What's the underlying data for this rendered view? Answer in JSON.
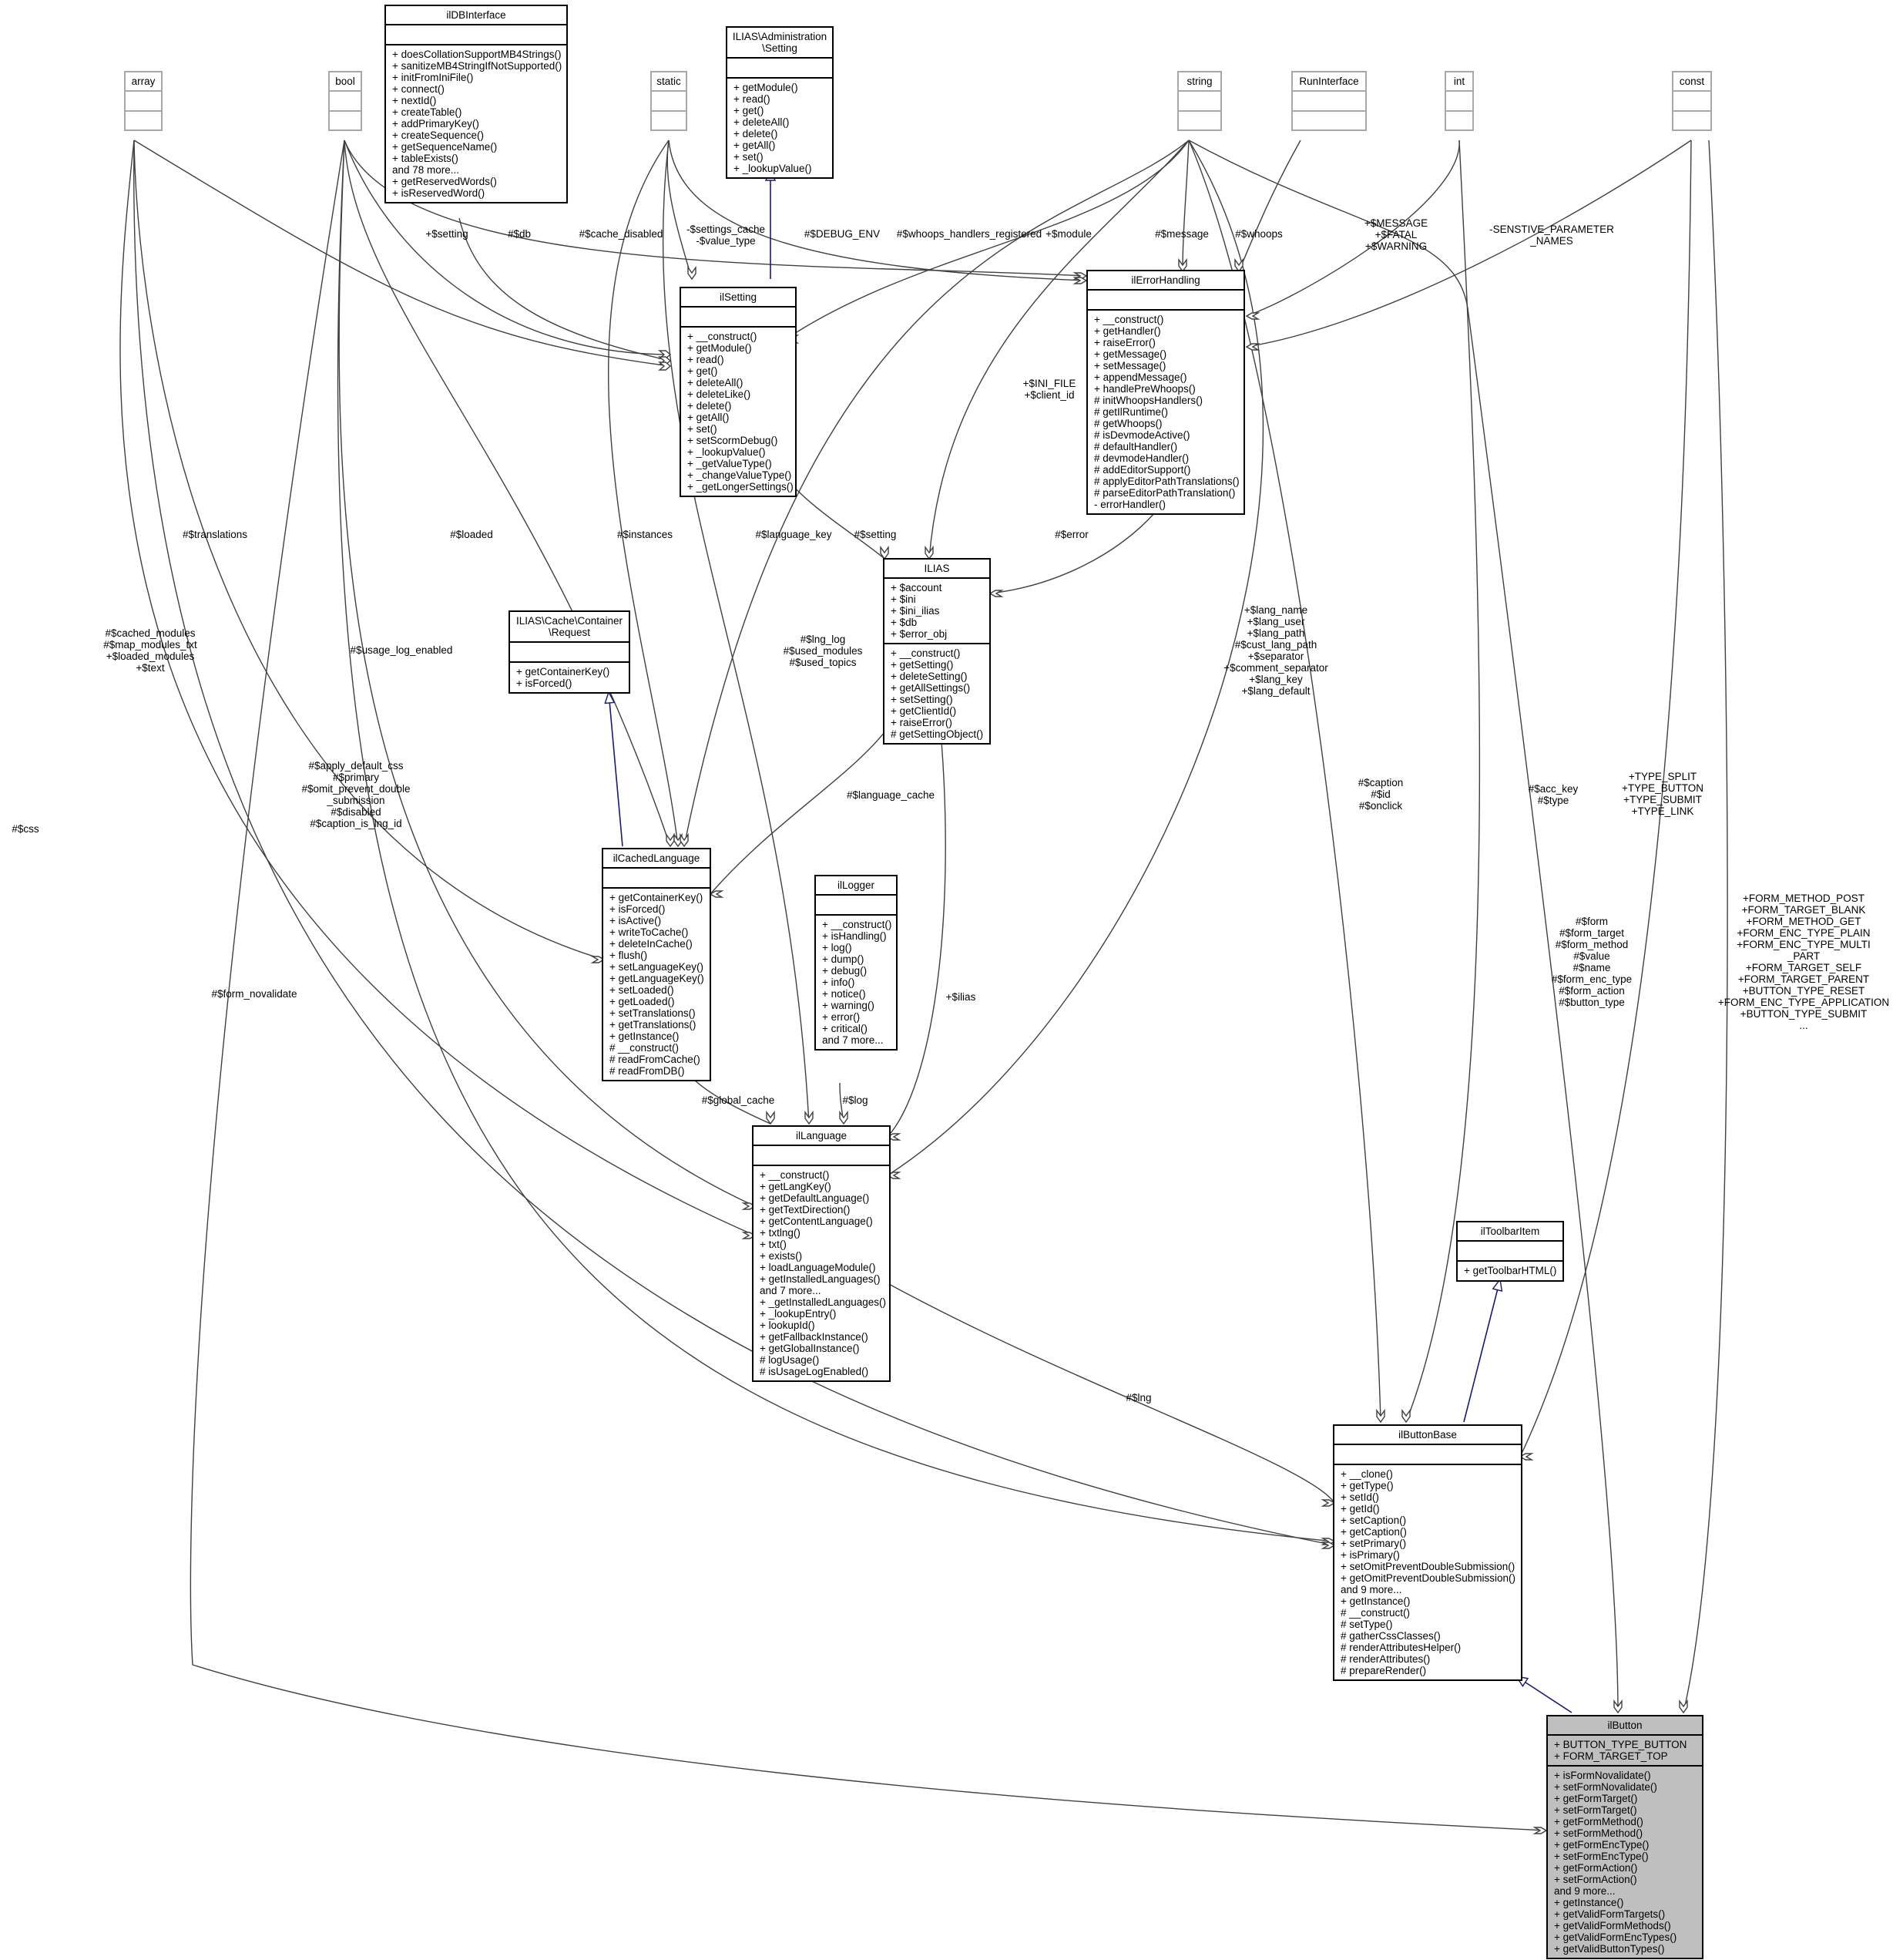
{
  "nodes": {
    "array": {
      "title": "array",
      "attrs": [],
      "methods": []
    },
    "bool": {
      "title": "bool",
      "attrs": [],
      "methods": []
    },
    "ilDBInterface": {
      "title": "ilDBInterface",
      "attrs": [],
      "methods": [
        "+ doesCollationSupportMB4Strings()",
        "+ sanitizeMB4StringIfNotSupported()",
        "+ initFromIniFile()",
        "+ connect()",
        "+ nextId()",
        "+ createTable()",
        "+ addPrimaryKey()",
        "+ createSequence()",
        "+ getSequenceName()",
        "+ tableExists()",
        "and 78 more...",
        "+ getReservedWords()",
        "+ isReservedWord()"
      ]
    },
    "static": {
      "title": "static",
      "attrs": [],
      "methods": []
    },
    "adminSetting": {
      "title": "ILIAS\\Administration\n\\Setting",
      "attrs": [],
      "methods": [
        "+ getModule()",
        "+ read()",
        "+ get()",
        "+ deleteAll()",
        "+ delete()",
        "+ getAll()",
        "+ set()",
        "+ _lookupValue()"
      ]
    },
    "string": {
      "title": "string",
      "attrs": [],
      "methods": []
    },
    "RunInterface": {
      "title": "RunInterface",
      "attrs": [],
      "methods": []
    },
    "int": {
      "title": "int",
      "attrs": [],
      "methods": []
    },
    "const": {
      "title": "const",
      "attrs": [],
      "methods": []
    },
    "ilSetting": {
      "title": "ilSetting",
      "attrs": [],
      "methods": [
        "+ __construct()",
        "+ getModule()",
        "+ read()",
        "+ get()",
        "+ deleteAll()",
        "+ deleteLike()",
        "+ delete()",
        "+ getAll()",
        "+ set()",
        "+ setScormDebug()",
        "+ _lookupValue()",
        "+ _getValueType()",
        "+ _changeValueType()",
        "+ _getLongerSettings()"
      ]
    },
    "ilErrorHandling": {
      "title": "ilErrorHandling",
      "attrs": [],
      "methods": [
        "+ __construct()",
        "+ getHandler()",
        "+ raiseError()",
        "+ getMessage()",
        "+ setMessage()",
        "+ appendMessage()",
        "+ handlePreWhoops()",
        "# initWhoopsHandlers()",
        "# getIlRuntime()",
        "# getWhoops()",
        "# isDevmodeActive()",
        "# defaultHandler()",
        "# devmodeHandler()",
        "# addEditorSupport()",
        "# applyEditorPathTranslations()",
        "# parseEditorPathTranslation()",
        "- errorHandler()"
      ]
    },
    "ILIAS": {
      "title": "ILIAS",
      "attrs": [
        "+ $account",
        "+ $ini",
        "+ $ini_ilias",
        "+ $db",
        "+ $error_obj"
      ],
      "methods": [
        "+ __construct()",
        "+ getSetting()",
        "+ deleteSetting()",
        "+ getAllSettings()",
        "+ setSetting()",
        "+ getClientId()",
        "+ raiseError()",
        "# getSettingObject()"
      ]
    },
    "cacheRequest": {
      "title": "ILIAS\\Cache\\Container\n\\Request",
      "attrs": [],
      "methods": [
        "+ getContainerKey()",
        "+ isForced()"
      ]
    },
    "ilCachedLanguage": {
      "title": "ilCachedLanguage",
      "attrs": [],
      "methods": [
        "+ getContainerKey()",
        "+ isForced()",
        "+ isActive()",
        "+ writeToCache()",
        "+ deleteInCache()",
        "+ flush()",
        "+ setLanguageKey()",
        "+ getLanguageKey()",
        "+ setLoaded()",
        "+ getLoaded()",
        "+ setTranslations()",
        "+ getTranslations()",
        "+ getInstance()",
        "# __construct()",
        "# readFromCache()",
        "# readFromDB()"
      ]
    },
    "ilLogger": {
      "title": "ilLogger",
      "attrs": [],
      "methods": [
        "+ __construct()",
        "+ isHandling()",
        "+ log()",
        "+ dump()",
        "+ debug()",
        "+ info()",
        "+ notice()",
        "+ warning()",
        "+ error()",
        "+ critical()",
        "and 7 more..."
      ]
    },
    "ilLanguage": {
      "title": "ilLanguage",
      "attrs": [],
      "methods": [
        "+ __construct()",
        "+ getLangKey()",
        "+ getDefaultLanguage()",
        "+ getTextDirection()",
        "+ getContentLanguage()",
        "+ txtlng()",
        "+ txt()",
        "+ exists()",
        "+ loadLanguageModule()",
        "+ getInstalledLanguages()",
        "and 7 more...",
        "+ _getInstalledLanguages()",
        "+ _lookupEntry()",
        "+ lookupId()",
        "+ getFallbackInstance()",
        "+ getGlobalInstance()",
        "# logUsage()",
        "# isUsageLogEnabled()"
      ]
    },
    "ilToolbarItem": {
      "title": "ilToolbarItem",
      "attrs": [],
      "methods": [
        "+ getToolbarHTML()"
      ]
    },
    "ilButtonBase": {
      "title": "ilButtonBase",
      "attrs": [],
      "methods": [
        "+ __clone()",
        "+ getType()",
        "+ setId()",
        "+ getId()",
        "+ setCaption()",
        "+ getCaption()",
        "+ setPrimary()",
        "+ isPrimary()",
        "+ setOmitPreventDoubleSubmission()",
        "+ getOmitPreventDoubleSubmission()",
        "and 9 more...",
        "+ getInstance()",
        "# __construct()",
        "# setType()",
        "# gatherCssClasses()",
        "# renderAttributesHelper()",
        "# renderAttributes()",
        "# prepareRender()"
      ]
    },
    "ilButton": {
      "title": "ilButton",
      "attrs": [
        "+ BUTTON_TYPE_BUTTON",
        "+ FORM_TARGET_TOP"
      ],
      "methods": [
        "+ isFormNovalidate()",
        "+ setFormNovalidate()",
        "+ getFormTarget()",
        "+ setFormTarget()",
        "+ getFormMethod()",
        "+ setFormMethod()",
        "+ getFormEncType()",
        "+ setFormEncType()",
        "+ getFormAction()",
        "+ setFormAction()",
        "and 9 more...",
        "+ getInstance()",
        "+ getValidFormTargets()",
        "+ getValidFormMethods()",
        "+ getValidFormEncTypes()",
        "+ getValidButtonTypes()"
      ]
    }
  },
  "edge_labels": {
    "setting_array": [
      "+$setting"
    ],
    "db": [
      "#$db"
    ],
    "cache_disabled": [
      "#$cache_disabled"
    ],
    "settings_cache": [
      "-$settings_cache",
      "-$value_type"
    ],
    "debug_env": [
      "#$DEBUG_ENV"
    ],
    "whoops_registered": [
      "#$whoops_handlers_registered"
    ],
    "module": [
      "+$module"
    ],
    "message": [
      "#$message"
    ],
    "whoops": [
      "#$whoops"
    ],
    "message_fatal": [
      "+$MESSAGE",
      "+$FATAL",
      "+$WARNING"
    ],
    "sensitive": [
      "-SENSTIVE_PARAMETER",
      "_NAMES"
    ],
    "ini_file": [
      "+$INI_FILE",
      "+$client_id"
    ],
    "translations": [
      "#$translations"
    ],
    "loaded": [
      "#$loaded"
    ],
    "instances": [
      "#$instances"
    ],
    "language_key": [
      "#$language_key"
    ],
    "setting_ilias": [
      "#$setting"
    ],
    "error": [
      "#$error"
    ],
    "cached_modules": [
      "#$cached_modules",
      "#$map_modules_txt",
      "+$loaded_modules",
      "+$text"
    ],
    "usage_log": [
      "#$usage_log_enabled"
    ],
    "lng_log": [
      "#$lng_log",
      "#$used_modules",
      "#$used_topics"
    ],
    "lang_name": [
      "+$lang_name",
      "+$lang_user",
      "+$lang_path",
      "#$cust_lang_path",
      "+$separator",
      "+$comment_separator",
      "+$lang_key",
      "+$lang_default"
    ],
    "language_cache": [
      "#$language_cache"
    ],
    "apply_default_css": [
      "#$apply_default_css",
      "#$primary",
      "#$omit_prevent_double",
      "_submission",
      "#$disabled",
      "#$caption_is_lng_id"
    ],
    "css": [
      "#$css"
    ],
    "caption": [
      "#$caption",
      "#$id",
      "#$onclick"
    ],
    "acc_key": [
      "#$acc_key",
      "#$type"
    ],
    "type_split": [
      "+TYPE_SPLIT",
      "+TYPE_BUTTON",
      "+TYPE_SUBMIT",
      "+TYPE_LINK"
    ],
    "form_method_post": [
      "+FORM_METHOD_POST",
      "+FORM_TARGET_BLANK",
      "+FORM_METHOD_GET",
      "+FORM_ENC_TYPE_PLAIN",
      "+FORM_ENC_TYPE_MULTI",
      "_PART",
      "+FORM_TARGET_SELF",
      "+FORM_TARGET_PARENT",
      "+BUTTON_TYPE_RESET",
      "+FORM_ENC_TYPE_APPLICATION",
      "+BUTTON_TYPE_SUBMIT",
      "..."
    ],
    "form_novalidate": [
      "#$form_novalidate"
    ],
    "global_cache": [
      "#$global_cache"
    ],
    "log": [
      "#$log"
    ],
    "ilias": [
      "+$ilias"
    ],
    "form": [
      "#$form",
      "#$form_target",
      "#$form_method",
      "#$value",
      "#$name",
      "#$form_enc_type",
      "#$form_action",
      "#$button_type"
    ],
    "lng": [
      "#$lng"
    ]
  }
}
